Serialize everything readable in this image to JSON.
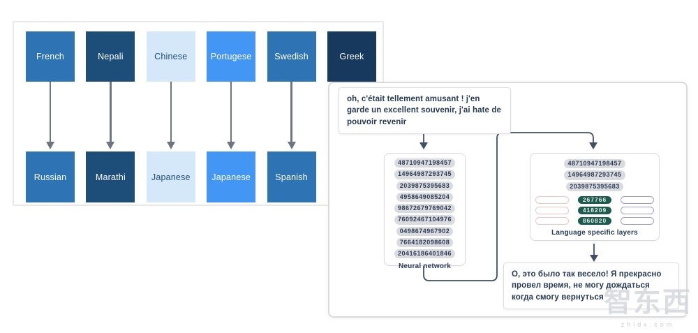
{
  "left_panel": {
    "columns": [
      {
        "top": "French",
        "bottom": "Russian",
        "bg": "#2e74b5",
        "fg": "#ffffff"
      },
      {
        "top": "Nepali",
        "bottom": "Marathi",
        "bg": "#1d4e79",
        "fg": "#ffffff"
      },
      {
        "top": "Chinese",
        "bottom": "Japanese",
        "bg": "#d5e8fa",
        "fg": "#1d4e79"
      },
      {
        "top": "Portugese",
        "bottom": "Japanese",
        "bg": "#4496f4",
        "fg": "#ffffff"
      },
      {
        "top": "Swedish",
        "bottom": "Spanish",
        "bg": "#2e74b5",
        "fg": "#ffffff"
      },
      {
        "top": "Greek",
        "bg": "#16395d",
        "fg": "#ffffff"
      }
    ]
  },
  "right_panel": {
    "input_bubble": "oh, c'était tellement amusant ! j'en garde un excellent souvenir, j'ai hate de pouvoir revenir",
    "neural_network": {
      "label": "Neural network",
      "numbers": [
        "48710947198457",
        "14964987293745",
        "2039875395683",
        "4958649085204",
        "98672679769042",
        "76092467104976",
        "0498674967902",
        "7664182098608",
        "20416186401846"
      ]
    },
    "language_layers": {
      "label": "Language specific layers",
      "numbers": [
        "48710947198457",
        "14964987293745",
        "2039875395683"
      ],
      "green_pill_values": [
        "267766",
        "418209",
        "860820"
      ]
    },
    "output_bubble": "О, это было так весело! Я прекрасно провел время, не могу дождаться когда смогу вернуться"
  },
  "watermark": {
    "logo": "智东西",
    "url": "zhidx.com"
  },
  "colors": {
    "medium_blue": "#2e74b5",
    "dark_navy": "#1d4e79",
    "light_blue": "#d5e8fa",
    "bright_blue": "#4496f4",
    "greek_navy": "#16395d",
    "chip_bg": "#d9dbde",
    "chip_text": "#2b3a55",
    "green_pill": "#1d5b4e",
    "pink_outline": "#f0c6c6",
    "purple_outline": "#a09bd8",
    "connector": "#3e4f66",
    "arrow_gray": "#6d7680"
  }
}
